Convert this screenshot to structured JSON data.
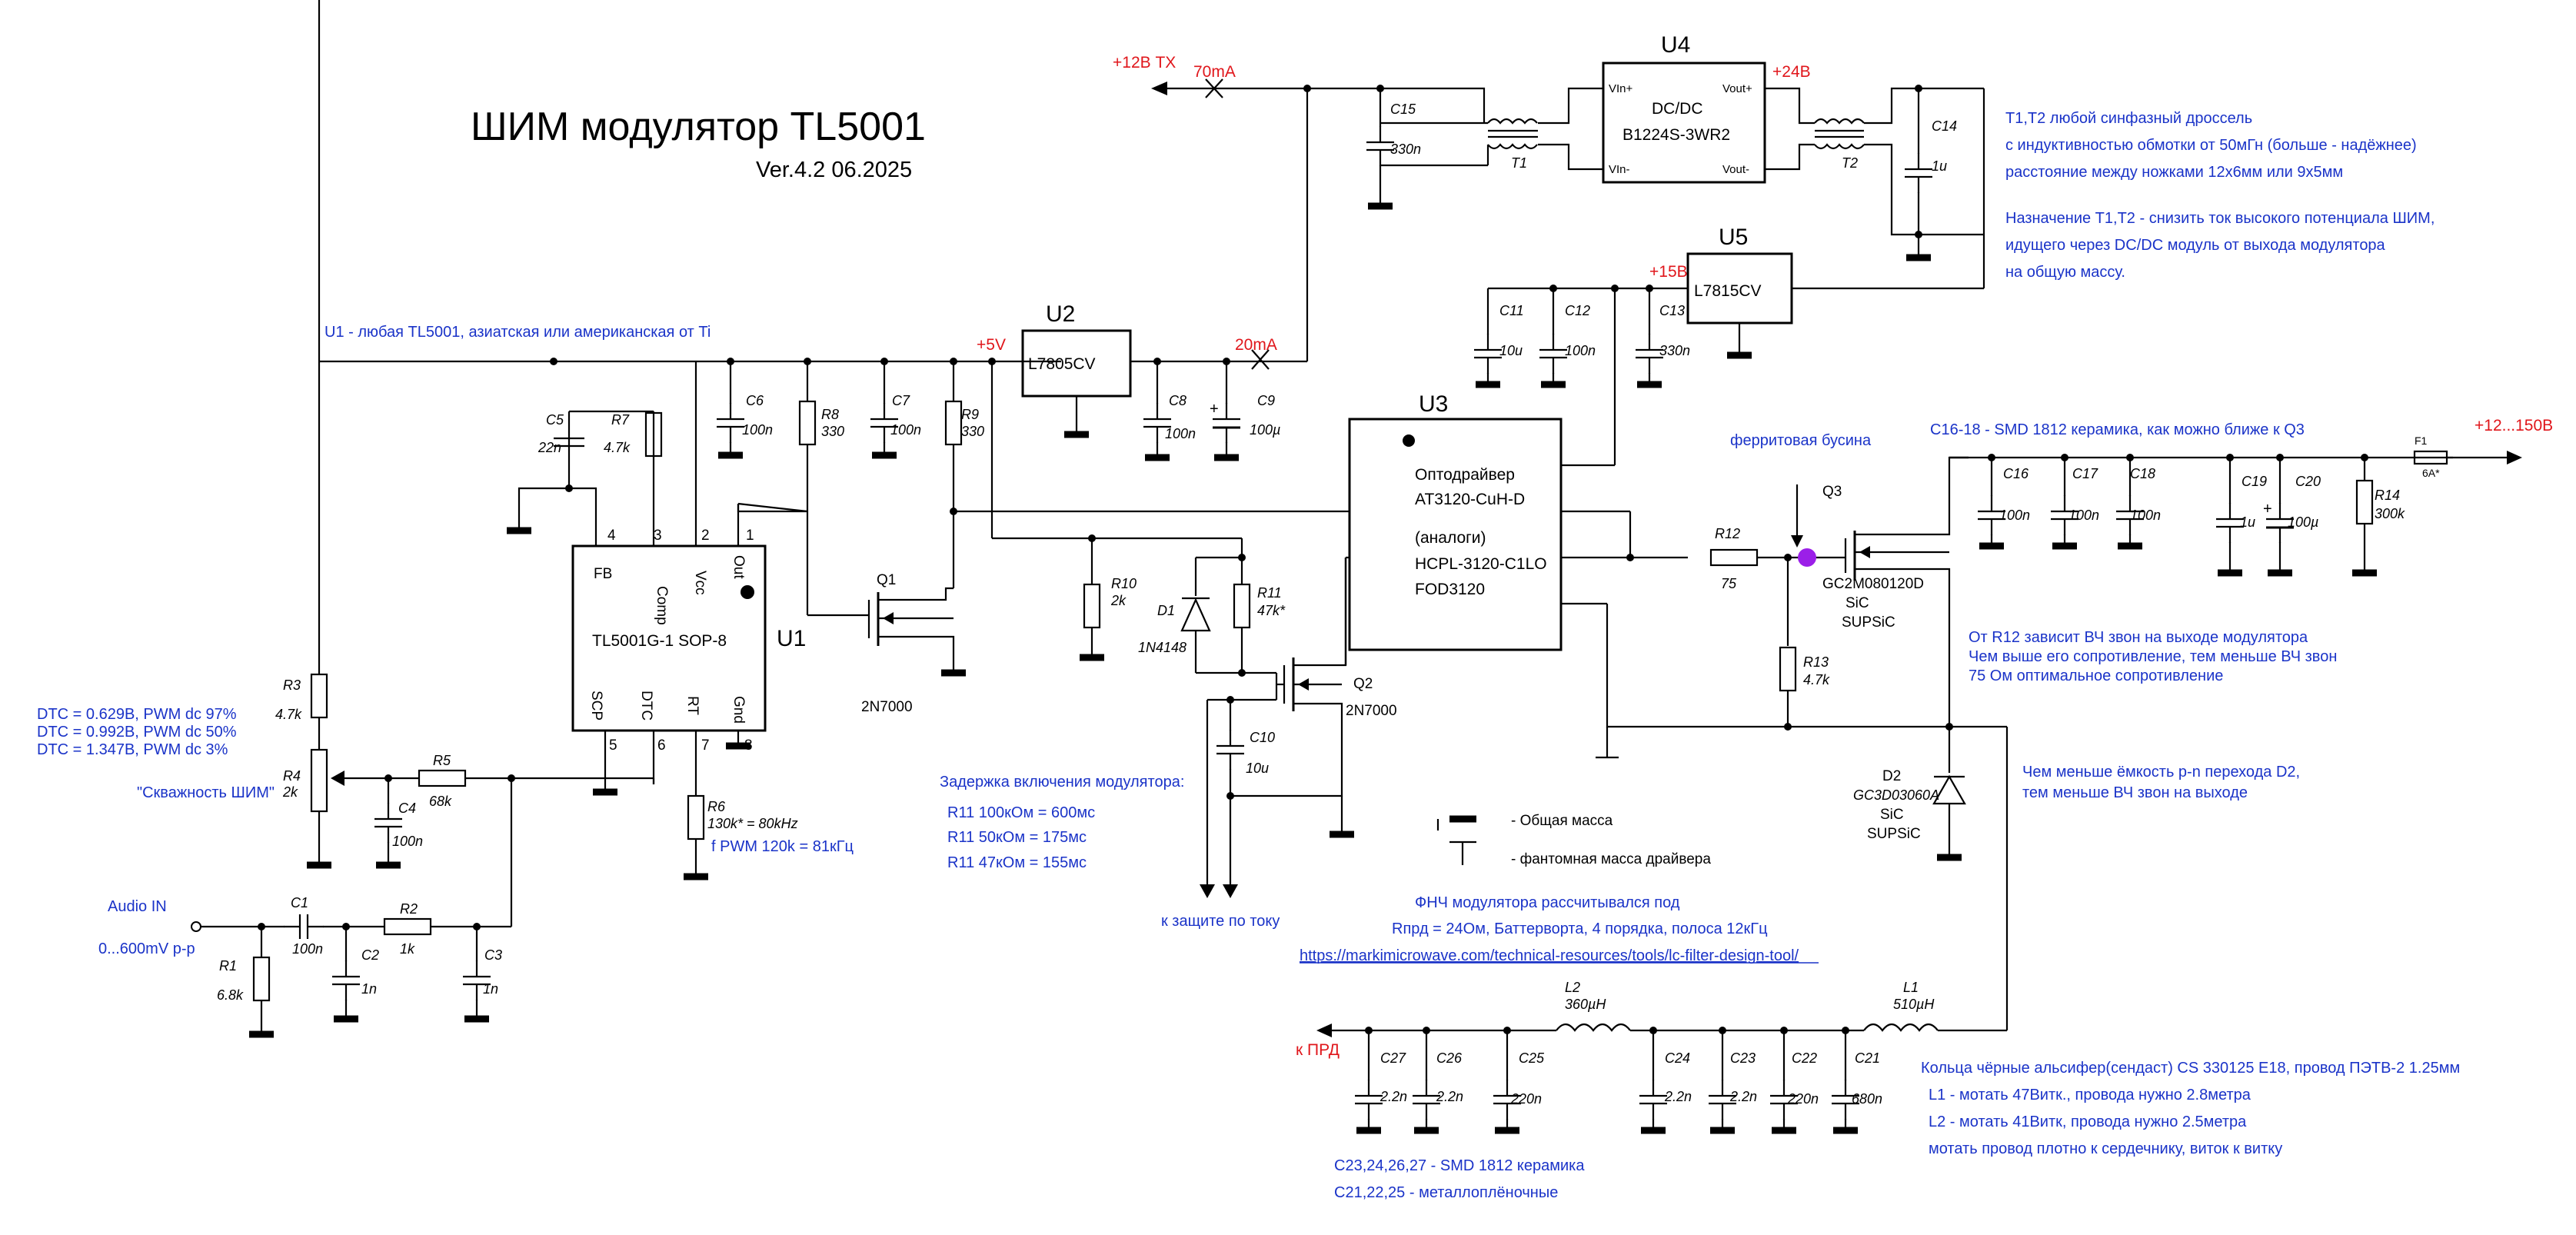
{
  "header": {
    "title": "ШИМ модулятор TL5001",
    "version": "Ver.4.2 06.2025"
  },
  "notes": {
    "u1_note": "U1 - любая TL5001, азиатская или американская от Ti",
    "dtc_lines": [
      "DTC = 0.629В, PWM dc 97%",
      "DTC = 0.992В, PWM dc 50%",
      "DTC = 1.347В, PWM dc 3%"
    ],
    "duty_label": "\"Скважность ШИМ\"",
    "audio_in": "Audio IN",
    "audio_level": "0...600mV p-p",
    "r6_note": "130k* = 80kHz",
    "fpwm": "f PWM 120k = 81кГц",
    "delay_title": "Задержка включения модулятора:",
    "delay_lines": [
      "R11 100кОм = 600мс",
      "R11 50кОм = 175мс",
      "R11 47кОм = 155мс"
    ],
    "protection": "к защите по току",
    "legend_common": "- Общая масса",
    "legend_phantom": "- фантомная масса драйвера",
    "lpf_lines": [
      "ФНЧ модулятора рассчитывался под",
      "Rпрд = 24Ом, Баттерворта, 4 порядка, полоса 12кГц"
    ],
    "lpf_url": "https://markimicrowave.com/technical-resources/tools/lc-filter-design-tool/",
    "smd_note": "C23,24,26,27 - SMD 1812 керамика",
    "film_note": "C21,22,25 - металлоплёночные",
    "t_lines": [
      "T1,T2 любой синфазный дроссель",
      "с индуктивностью обмотки от 50мГн (больше - надёжнее)",
      "расстояние между ножками 12х6мм или 9х5мм"
    ],
    "t_purpose": [
      "Назначение T1,T2 - снизить ток высокого потенциала ШИМ,",
      "идущего через DC/DC модуль от выхода модулятора",
      "на общую массу."
    ],
    "c16_note": "C16-18 - SMD 1812 керамика, как можно ближе к Q3",
    "ferrite": "ферритовая бусина",
    "r12_lines": [
      "От R12 зависит ВЧ звон на выходе модулятора",
      "Чем выше его сопротивление, тем меньше ВЧ звон",
      "75 Ом оптимальное сопротивление"
    ],
    "d2_lines": [
      "Чем меньше ёмкость p-n перехода D2,",
      "тем меньше ВЧ звон на выходе"
    ],
    "rings_lines": [
      "Кольца чёрные альсифер(сендаст) CS 330125 E18, провод ПЭТВ-2 1.25мм",
      "L1 - мотать 47Витк., провода нужно 2.8метра",
      "L2 - мотать 41Витк, провода нужно 2.5метра",
      "мотать провод плотно к сердечнику, виток к витку"
    ]
  },
  "nets": {
    "v12tx": "+12В ТХ",
    "ma70": "70mA",
    "ma20": "20mA",
    "v5": "+5V",
    "v24": "+24В",
    "v15": "+15В",
    "vout": "+12...150В",
    "to_tx": "к ПРД"
  },
  "ics": {
    "u1": {
      "ref": "U1",
      "part": "TL5001G-1 SOP-8",
      "pins_top": [
        "4",
        "3",
        "2",
        "1"
      ],
      "pins_top_names": [
        "FB",
        "Comp",
        "Vcc",
        "Out"
      ],
      "pins_bot": [
        "5",
        "6",
        "7",
        "8"
      ],
      "pins_bot_names": [
        "SCP",
        "DTC",
        "RT",
        "Gnd"
      ]
    },
    "u2": {
      "ref": "U2",
      "part": "L7805CV"
    },
    "u3": {
      "ref": "U3",
      "lines": [
        "Оптодрайвер",
        "AT3120-CuH-D",
        "(аналоги)",
        "HCPL-3120-C1LO",
        "FOD3120"
      ]
    },
    "u4": {
      "ref": "U4",
      "part1": "DC/DC",
      "part2": "B1224S-3WR2",
      "pins": [
        "VIn+",
        "VIn-",
        "Vout+",
        "Vout-"
      ]
    },
    "u5": {
      "ref": "U5",
      "part": "L7815CV"
    }
  },
  "parts": {
    "C1": {
      "ref": "C1",
      "val": "100n"
    },
    "C2": {
      "ref": "C2",
      "val": "1n"
    },
    "C3": {
      "ref": "C3",
      "val": "1n"
    },
    "C4": {
      "ref": "C4",
      "val": "100n"
    },
    "C5": {
      "ref": "C5",
      "val": "22n"
    },
    "C6": {
      "ref": "C6",
      "val": "100n"
    },
    "C7": {
      "ref": "C7",
      "val": "100n"
    },
    "C8": {
      "ref": "C8",
      "val": "100n"
    },
    "C9": {
      "ref": "C9",
      "val": "100µ"
    },
    "C10": {
      "ref": "C10",
      "val": "10u"
    },
    "C11": {
      "ref": "C11",
      "val": "10u"
    },
    "C12": {
      "ref": "C12",
      "val": "100n"
    },
    "C13": {
      "ref": "C13",
      "val": "330n"
    },
    "C14": {
      "ref": "C14",
      "val": "1u"
    },
    "C15": {
      "ref": "C15",
      "val": "330n"
    },
    "C16": {
      "ref": "C16",
      "val": "100n"
    },
    "C17": {
      "ref": "C17",
      "val": "100n"
    },
    "C18": {
      "ref": "C18",
      "val": "100n"
    },
    "C19": {
      "ref": "C19",
      "val": "1u"
    },
    "C20": {
      "ref": "C20",
      "val": "100µ"
    },
    "C21": {
      "ref": "C21",
      "val": "680n"
    },
    "C22": {
      "ref": "C22",
      "val": "220n"
    },
    "C23": {
      "ref": "C23",
      "val": "2.2n"
    },
    "C24": {
      "ref": "C24",
      "val": "2.2n"
    },
    "C25": {
      "ref": "C25",
      "val": "220n"
    },
    "C26": {
      "ref": "C26",
      "val": "2.2n"
    },
    "C27": {
      "ref": "C27",
      "val": "2.2n"
    },
    "R1": {
      "ref": "R1",
      "val": "6.8k"
    },
    "R2": {
      "ref": "R2",
      "val": "1k"
    },
    "R3": {
      "ref": "R3",
      "val": "4.7k"
    },
    "R4": {
      "ref": "R4",
      "val": "2k"
    },
    "R5": {
      "ref": "R5",
      "val": "68k"
    },
    "R6": {
      "ref": "R6",
      "val": ""
    },
    "R7": {
      "ref": "R7",
      "val": "4.7k"
    },
    "R8": {
      "ref": "R8",
      "val": "330"
    },
    "R9": {
      "ref": "R9",
      "val": "330"
    },
    "R10": {
      "ref": "R10",
      "val": "2k"
    },
    "R11": {
      "ref": "R11",
      "val": "47k*"
    },
    "R12": {
      "ref": "R12",
      "val": "75"
    },
    "R13": {
      "ref": "R13",
      "val": "4.7k"
    },
    "R14": {
      "ref": "R14",
      "val": "300k"
    },
    "L1": {
      "ref": "L1",
      "val": "510µH"
    },
    "L2": {
      "ref": "L2",
      "val": "360µH"
    },
    "T1": {
      "ref": "T1"
    },
    "T2": {
      "ref": "T2"
    },
    "D1": {
      "ref": "D1",
      "val": "1N4148"
    },
    "D2": {
      "ref": "D2",
      "val": "GC3D03060A",
      "l2": "SiC",
      "l3": "SUPSiC"
    },
    "Q1": {
      "ref": "Q1",
      "val": "2N7000"
    },
    "Q2": {
      "ref": "Q2",
      "val": "2N7000"
    },
    "Q3": {
      "ref": "Q3",
      "val": "GC2M080120D",
      "l2": "SiC",
      "l3": "SUPSiC"
    },
    "F1": {
      "ref": "F1",
      "val": "6A*"
    }
  },
  "colors": {
    "blue_text": "#1a33c8",
    "red_text": "#e0161b",
    "bead": "#9b1fe8"
  }
}
